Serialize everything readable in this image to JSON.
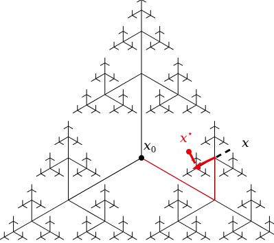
{
  "labels": {
    "x0": "x",
    "x0_sub": "0",
    "xstar": "x",
    "xstar_sup": "⋆",
    "x": "x"
  },
  "colors": {
    "tree": "#000000",
    "highlight": "#e8000b",
    "background": "#ffffff"
  },
  "tree": {
    "levels": 5,
    "scale": 0.5,
    "directions_deg": [
      90,
      210,
      330
    ]
  }
}
